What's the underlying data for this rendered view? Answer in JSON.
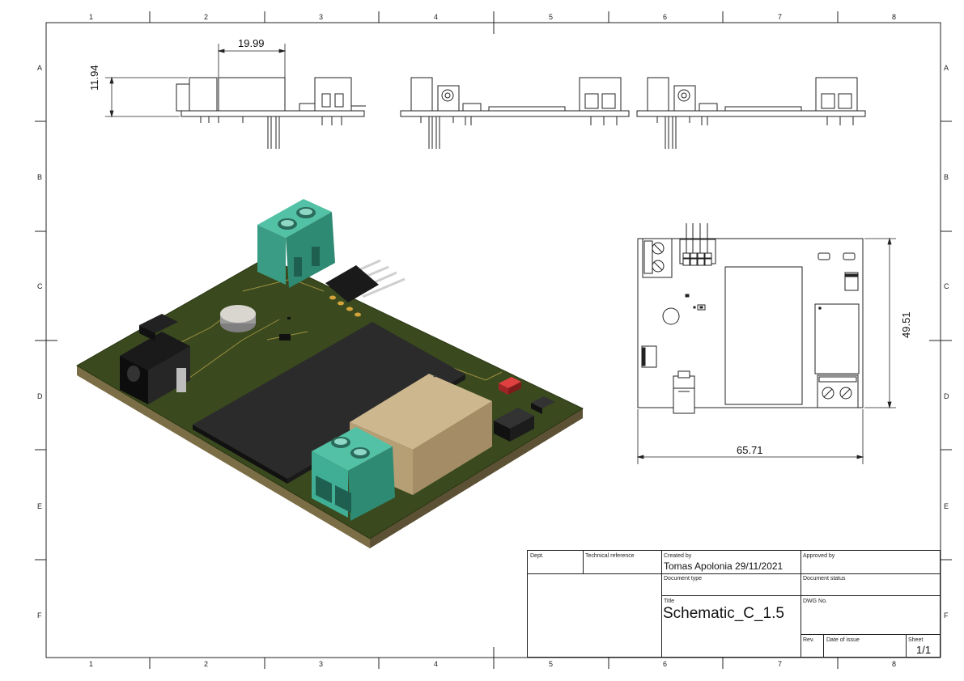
{
  "zones": {
    "columns": [
      "1",
      "2",
      "3",
      "4",
      "5",
      "6",
      "7",
      "8"
    ],
    "rows": [
      "A",
      "B",
      "C",
      "D",
      "E",
      "F"
    ]
  },
  "dimensions": {
    "side_width": "19.99",
    "side_height": "11.94",
    "top_width": "65.71",
    "top_height": "49.51"
  },
  "title_block": {
    "dept_label": "Dept.",
    "tech_ref_label": "Technical reference",
    "created_by_label": "Created by",
    "created_by_value": "Tomas Apolonia 29/11/2021",
    "approved_by_label": "Approved by",
    "doc_type_label": "Document type",
    "doc_status_label": "Document status",
    "title_label": "Title",
    "title_value": "Schematic_C_1.5",
    "dwg_label": "DWG No.",
    "rev_label": "Rev.",
    "date_label": "Date of issue",
    "sheet_label": "Sheet",
    "sheet_value": "1/1"
  },
  "colors": {
    "pcb": "#3a4a1e",
    "terminal": "#3fae94",
    "relay": "#cdb78e",
    "module": "#2a2a2a",
    "led": "#c0302a"
  }
}
